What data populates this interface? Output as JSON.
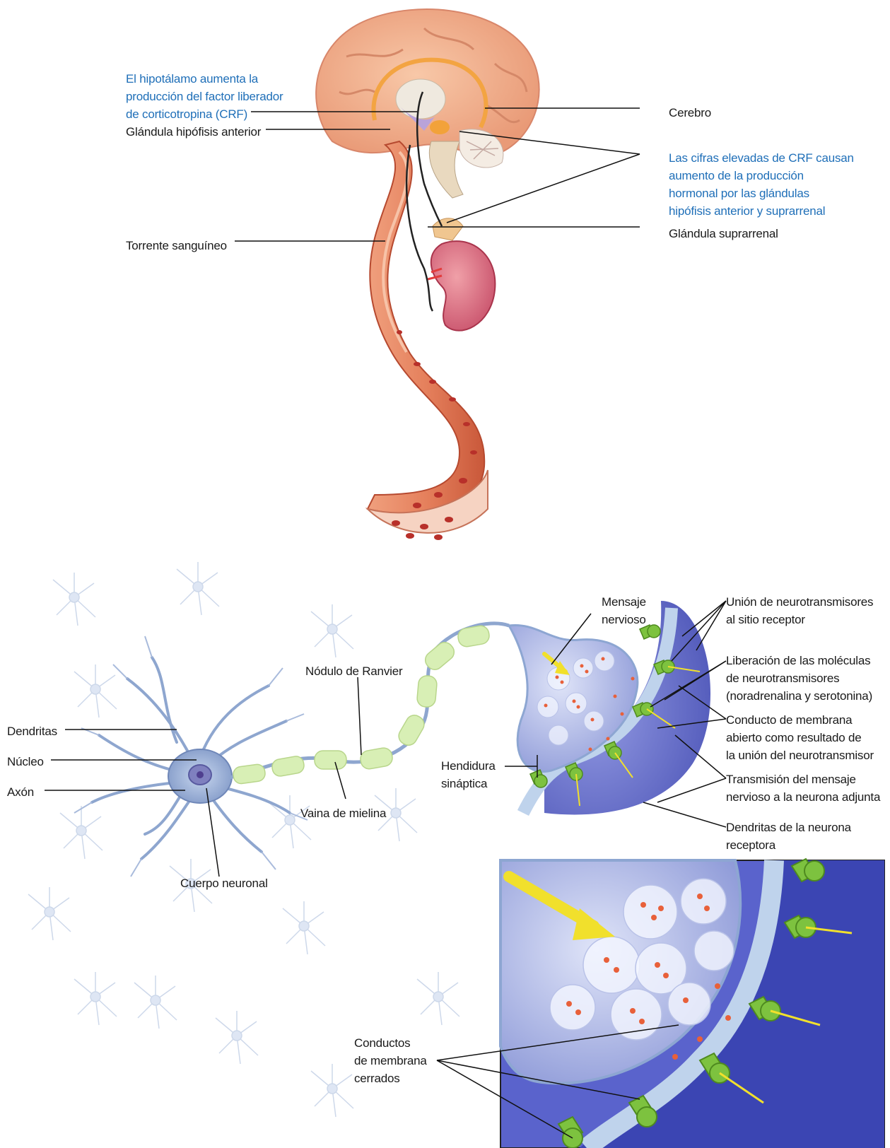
{
  "colors": {
    "accent_blue": "#1f6fb8",
    "brain": "#f2b08e",
    "vessel": "#e07f5f",
    "kidney": "#d9647a",
    "neuron": "#8ea6cf",
    "myelin": "#d8efb5",
    "synapse_bg": "#4a55c0",
    "receptor": "#7dc23f",
    "arrow": "#f1e02c"
  },
  "top_figure": {
    "hypothalamus_note": "El hipotálamo aumenta la\nproducción del factor liberador\nde corticotropina (CRF)",
    "anterior_pituitary": "Glándula hipófisis anterior",
    "bloodstream": "Torrente sanguíneo",
    "brain": "Cerebro",
    "crf_effect_note": "Las cifras elevadas de CRF causan\naumento de la producción\nhormonal por las glándulas\nhipófisis anterior y suprarrenal",
    "adrenal_gland": "Glándula suprarrenal"
  },
  "neuron_figure": {
    "dendrites": "Dendritas",
    "nucleus": "Núcleo",
    "axon": "Axón",
    "cell_body": "Cuerpo neuronal",
    "node_of_ranvier": "Nódulo de Ranvier",
    "myelin_sheath": "Vaina de mielina",
    "synaptic_cleft": "Hendidura\nsináptica",
    "nerve_message": "Mensaje\nnervioso",
    "binding": "Unión de neurotransmisores\nal sitio receptor",
    "release": "Liberación de las moléculas\nde neurotransmisores\n(noradrenalina y serotonina)",
    "open_channel": "Conducto de membrana\nabierto como resultado de\nla unión del neurotransmisor",
    "transmission": "Transmisión del mensaje\nnervioso a la neurona adjunta",
    "receptor_dendrites": "Dendritas de la neurona\nreceptora",
    "closed_channels": "Conductos\nde membrana\ncerrados"
  }
}
